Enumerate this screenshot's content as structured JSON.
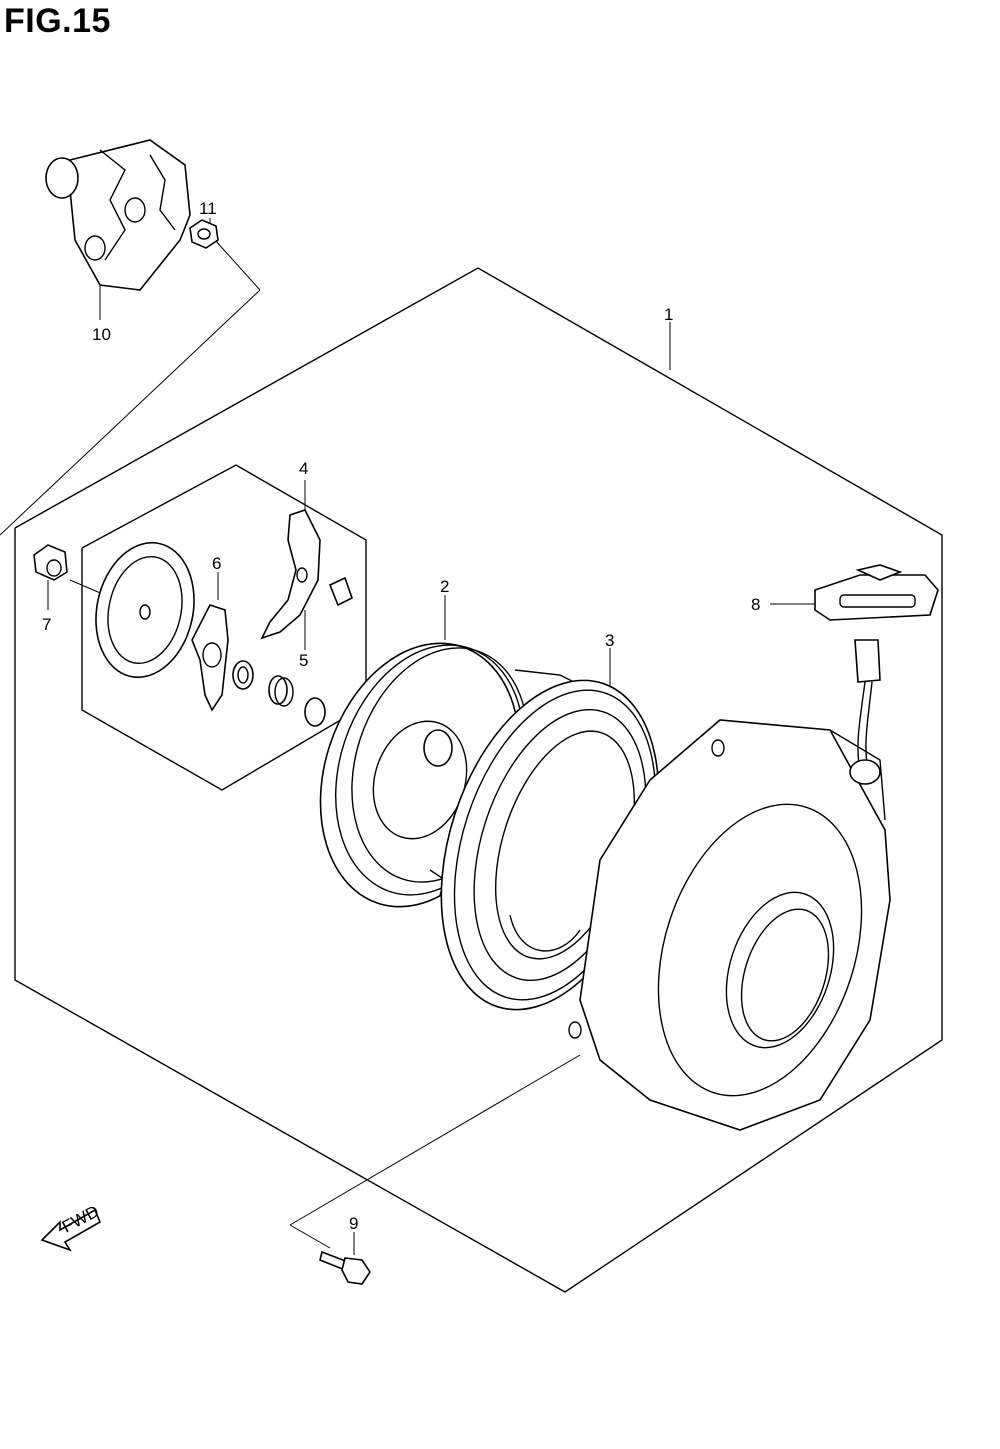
{
  "figure": {
    "title": "FIG.15"
  },
  "callouts": [
    "1",
    "2",
    "3",
    "4",
    "5",
    "6",
    "7",
    "8",
    "9",
    "10",
    "11"
  ],
  "fwd_label": "FWD",
  "colors": {
    "line": "#000000",
    "background": "#ffffff"
  }
}
